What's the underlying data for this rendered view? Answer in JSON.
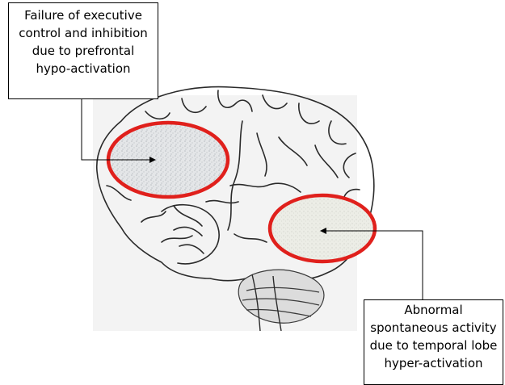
{
  "diagram": {
    "callouts": [
      {
        "id": "prefrontal",
        "lines": [
          "Failure of executive",
          "control and inhibition",
          "due to prefrontal",
          "hypo-activation"
        ]
      },
      {
        "id": "temporal",
        "lines": [
          "Abnormal",
          "spontaneous activity",
          "due to temporal lobe",
          "hyper-activation"
        ]
      }
    ],
    "colors": {
      "highlight_ring": "#e0201c",
      "brain_outline": "#2a2a2a",
      "background_panel": "#f3f3f3",
      "region_fill": "#d8dcde"
    }
  }
}
